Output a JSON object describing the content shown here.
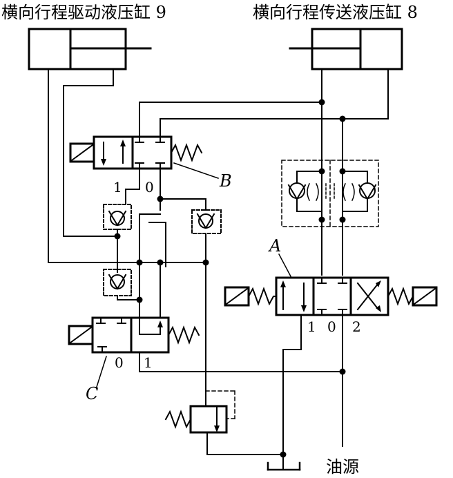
{
  "labels": {
    "cylinder_9": "横向行程驱动液压缸 9",
    "cylinder_8": "横向行程传送液压缸 8",
    "valve_b": "B",
    "valve_a": "A",
    "valve_c": "C",
    "b_pos_1": "1",
    "b_pos_0": "0",
    "a_pos_1": "1",
    "a_pos_0": "0",
    "a_pos_2": "2",
    "c_pos_0": "0",
    "c_pos_1": "1",
    "oil_source": "油源"
  },
  "colors": {
    "line": "#000000",
    "background": "#ffffff"
  }
}
